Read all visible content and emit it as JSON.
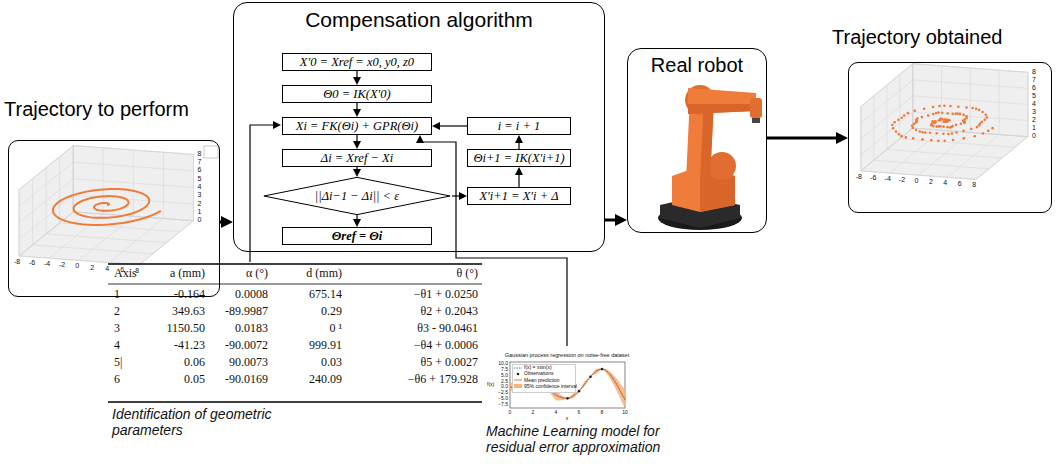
{
  "diagram": {
    "nodes": [
      {
        "text": [
          "Trajectory to perform"
        ]
      },
      {
        "text": [
          "Compensation algorithm"
        ]
      },
      {
        "text": [
          "X′0 = Xref = x0, y0, z0"
        ],
        "in": 1
      },
      {
        "text": [
          "Θ0 = IK(X′0)"
        ],
        "in": 1
      },
      {
        "text": [
          "Xi = FK(Θi) + GPR(Θi)"
        ],
        "in": 1
      },
      {
        "text": [
          "Δi = Xref − Xi"
        ],
        "in": 1
      },
      {
        "text": [
          "||Δi−1 − Δi|| < ε"
        ],
        "in": 1
      },
      {
        "text": [
          "Θref = Θi"
        ],
        "in": 1
      },
      {
        "text": [
          "i = i + 1"
        ],
        "in": 1
      },
      {
        "text": [
          "Θi+1 = IK(X′i+1)"
        ],
        "in": 1
      },
      {
        "text": [
          "X′i+1 = X′i + Δ"
        ],
        "in": 1
      },
      {
        "text": [
          "Real robot"
        ]
      },
      {
        "text": [
          "Trajectory obtained"
        ]
      }
    ],
    "edges": [
      {
        "from": 0,
        "to": 1,
        "arrow": "to"
      },
      {
        "from": 2,
        "to": 3,
        "arrow": "to"
      },
      {
        "from": 3,
        "to": 4,
        "arrow": "to"
      },
      {
        "from": 4,
        "to": 5,
        "arrow": "to"
      },
      {
        "from": 5,
        "to": 6,
        "arrow": "to"
      },
      {
        "from": 6,
        "to": 7,
        "arrow": "to"
      },
      {
        "from": 6,
        "to": 10,
        "arrow": "to"
      },
      {
        "from": 10,
        "to": 9,
        "arrow": "to"
      },
      {
        "from": 9,
        "to": 8,
        "arrow": "to"
      },
      {
        "from": 8,
        "to": 4,
        "arrow": "to"
      },
      {
        "from": 1,
        "to": 11,
        "arrow": "to"
      },
      {
        "from": 11,
        "to": 12,
        "arrow": "to"
      }
    ],
    "labels": [
      "Axis",
      "a (mm)",
      "α (°)",
      "d (mm)",
      "θ (°)",
      "1",
      "-0.164",
      "0.0008",
      "675.14",
      "−θ1 + 0.0250",
      "2",
      "349.63",
      "-89.9987",
      "0.29",
      "θ2 + 0.2043",
      "3",
      "1150.50",
      "0.0183",
      "0 ¹",
      "θ3 - 90.0461",
      "4",
      "-41.23",
      "-90.0072",
      "999.91",
      "−θ4 + 0.0006",
      "5|",
      "0.06",
      "90.0073",
      "0.03",
      "θ5 + 0.0027",
      "6",
      "0.05",
      "-90.0169",
      "240.09",
      "−θ6 + 179.928",
      "Identification of geometric parameters",
      "Machine Learning model for residual error approximation",
      "Gaussian process regression on noise-free dataset",
      "0",
      "2",
      "4",
      "6",
      "8",
      "10",
      "10.0",
      "7.5",
      "5.0",
      "2.5",
      "0.0",
      "−2.5",
      "−5.0",
      "−7.5",
      "x",
      "f(x)",
      "-8",
      "-6",
      "-4",
      "-2",
      "0",
      "2",
      "4",
      "6",
      "8",
      "0",
      "1",
      "2",
      "3",
      "4",
      "5",
      "6",
      "7",
      "8",
      "-8",
      "-6",
      "-4",
      "-2",
      "0",
      "2",
      "4",
      "6",
      "8",
      "0",
      "1",
      "2",
      "3",
      "4",
      "5",
      "6",
      "7",
      "8"
    ],
    "legend": [
      {
        "text": "f(x) = xsin(x)"
      },
      {
        "text": "Observations"
      },
      {
        "text": "Mean prediction"
      },
      {
        "text": "95% confidence interval",
        "color": "#f7b27a"
      }
    ]
  }
}
